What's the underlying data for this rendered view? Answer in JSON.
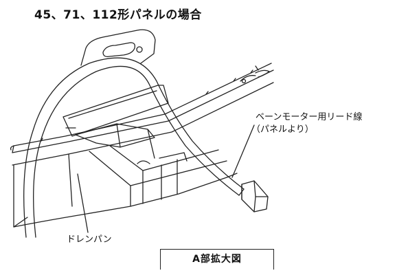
{
  "title": "45、71、112形パネルの場合",
  "labels": {
    "vane_motor_wire_line1": "ベーンモーター用リード線",
    "vane_motor_wire_line2": "（パネルより）",
    "drain_pan": "ドレンパン"
  },
  "section_label": "A部拡大図",
  "colors": {
    "line": "#222222",
    "background": "#ffffff"
  }
}
